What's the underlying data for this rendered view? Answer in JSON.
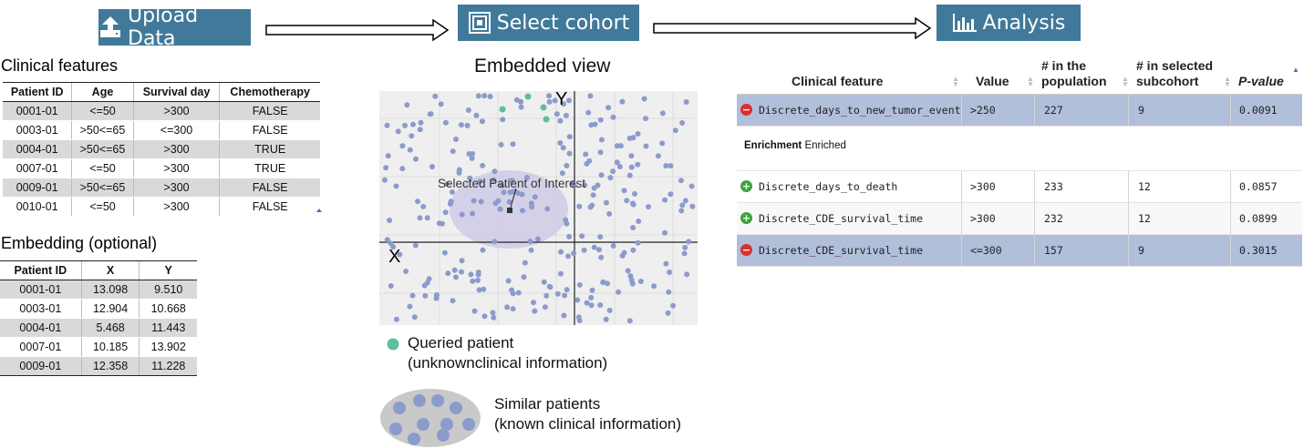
{
  "stages": [
    {
      "label": "Upload Data",
      "icon": "upload-icon"
    },
    {
      "label": "Select cohort",
      "icon": "select-icon"
    },
    {
      "label": "Analysis",
      "icon": "bar-chart-icon"
    }
  ],
  "colors": {
    "stage_bg": "#41799a",
    "point": "#8b9bcc",
    "queried": "#5fbe9a",
    "highlight_row": "#b1bfdb",
    "badge_red": "#d9302f",
    "badge_green": "#3ea33a"
  },
  "clinical": {
    "title": "Clinical features",
    "headers": [
      "Patient ID",
      "Age",
      "Survival day",
      "Chemotherapy"
    ],
    "rows": [
      [
        "0001-01",
        "<=50",
        ">300",
        "FALSE"
      ],
      [
        "0003-01",
        ">50<=65",
        "<=300",
        "FALSE"
      ],
      [
        "0004-01",
        ">50<=65",
        ">300",
        "TRUE"
      ],
      [
        "0007-01",
        "<=50",
        ">300",
        "TRUE"
      ],
      [
        "0009-01",
        ">50<=65",
        ">300",
        "FALSE"
      ],
      [
        "0010-01",
        "<=50",
        ">300",
        "FALSE"
      ]
    ]
  },
  "embedding": {
    "title": "Embedding (optional)",
    "headers": [
      "Patient ID",
      "X",
      "Y"
    ],
    "rows": [
      [
        "0001-01",
        "13.098",
        "9.510"
      ],
      [
        "0003-01",
        "12.904",
        "10.668"
      ],
      [
        "0004-01",
        "5.468",
        "11.443"
      ],
      [
        "0007-01",
        "10.185",
        "13.902"
      ],
      [
        "0009-01",
        "12.358",
        "11.228"
      ]
    ]
  },
  "embedded_view": {
    "title": "Embedded view",
    "x_axis": "X",
    "y_axis": "Y",
    "annotation": "Selected Patient of Interest"
  },
  "legend": {
    "queried_line1": "Queried patient",
    "queried_line2": "(unknownclinical information)",
    "similar_line1": "Similar patients",
    "similar_line2": "(known clinical information)"
  },
  "results": {
    "headers": {
      "feature": "Clinical feature",
      "value": "Value",
      "population_1": "# in the",
      "population_2": "population",
      "subcohort_1": "# in selected",
      "subcohort_2": "subcohort",
      "pvalue": "P-value"
    },
    "top_row": {
      "badge": "minus",
      "feature": "Discrete_days_to_new_tumor_event",
      "value": ">250",
      "population": "227",
      "subcohort": "9",
      "pvalue": "0.0091"
    },
    "group_label_bold": "Enrichment",
    "group_label": "Enriched",
    "rows": [
      {
        "badge": "plus",
        "feature": "Discrete_days_to_death",
        "value": ">300",
        "population": "233",
        "subcohort": "12",
        "pvalue": "0.0857"
      },
      {
        "badge": "plus",
        "feature": "Discrete_CDE_survival_time",
        "value": ">300",
        "population": "232",
        "subcohort": "12",
        "pvalue": "0.0899"
      },
      {
        "badge": "minus",
        "feature": "Discrete_CDE_survival_time",
        "value": "<=300",
        "population": "157",
        "subcohort": "9",
        "pvalue": "0.3015"
      }
    ]
  }
}
